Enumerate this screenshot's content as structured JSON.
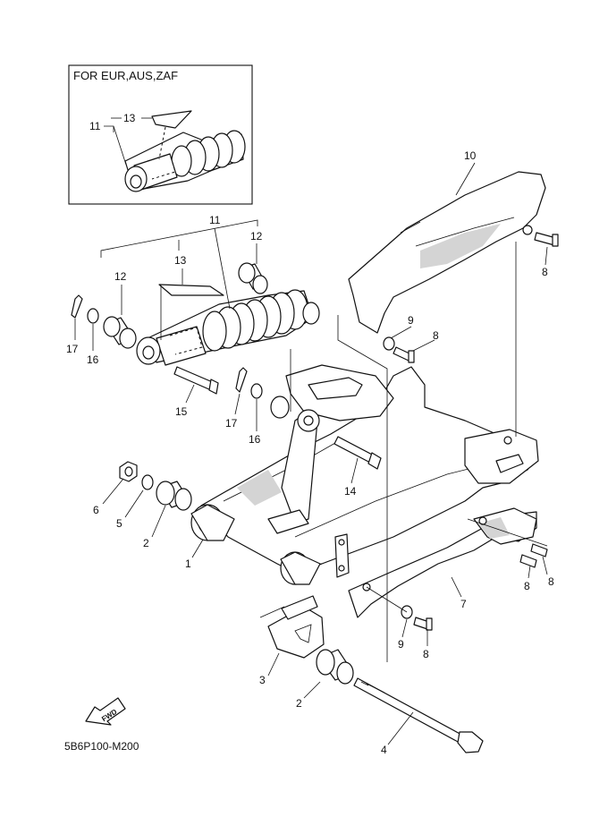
{
  "diagram": {
    "inset_caption": "FOR EUR,AUS,ZAF",
    "drawing_code": "5B6P100-M200",
    "fwd_label": "FWD",
    "callouts": [
      {
        "id": "inset-11",
        "text": "11"
      },
      {
        "id": "inset-13",
        "text": "13"
      },
      {
        "id": "c10",
        "text": "10"
      },
      {
        "id": "c11",
        "text": "11"
      },
      {
        "id": "c12a",
        "text": "12"
      },
      {
        "id": "c13",
        "text": "13"
      },
      {
        "id": "c12b",
        "text": "12"
      },
      {
        "id": "c8a",
        "text": "8"
      },
      {
        "id": "c9a",
        "text": "9"
      },
      {
        "id": "c8b",
        "text": "8"
      },
      {
        "id": "c17a",
        "text": "17"
      },
      {
        "id": "c16a",
        "text": "16"
      },
      {
        "id": "c15",
        "text": "15"
      },
      {
        "id": "c17b",
        "text": "17"
      },
      {
        "id": "c16b",
        "text": "16"
      },
      {
        "id": "c14",
        "text": "14"
      },
      {
        "id": "c6",
        "text": "6"
      },
      {
        "id": "c5",
        "text": "5"
      },
      {
        "id": "c2a",
        "text": "2"
      },
      {
        "id": "c1",
        "text": "1"
      },
      {
        "id": "c8c",
        "text": "8"
      },
      {
        "id": "c8d",
        "text": "8"
      },
      {
        "id": "c7",
        "text": "7"
      },
      {
        "id": "c9b",
        "text": "9"
      },
      {
        "id": "c8e",
        "text": "8"
      },
      {
        "id": "c3",
        "text": "3"
      },
      {
        "id": "c2b",
        "text": "2"
      },
      {
        "id": "c4",
        "text": "4"
      }
    ]
  }
}
